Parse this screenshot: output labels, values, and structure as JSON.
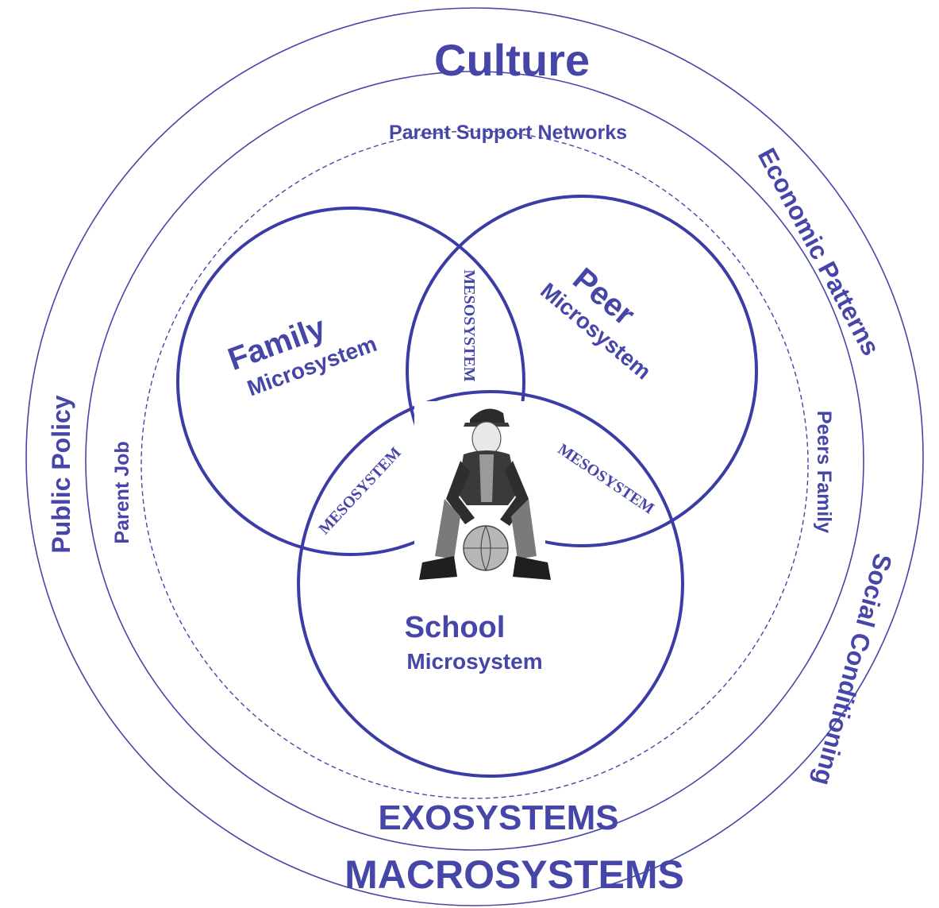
{
  "outer": {
    "title": "Culture",
    "left": "Public Policy",
    "upper_right": "Economic Patterns",
    "lower_right": "Social Conditioning",
    "bottom": "MACROSYSTEMS"
  },
  "exo": {
    "top": "Parent Support Networks",
    "left": "Parent Job",
    "right": "Peers Family",
    "bottom": "EXOSYSTEMS"
  },
  "micro": {
    "family": {
      "name": "Family",
      "sub": "Microsystem"
    },
    "peer": {
      "name": "Peer",
      "sub": "Microsystem"
    },
    "school": {
      "name": "School",
      "sub": "Microsystem"
    }
  },
  "meso": {
    "top": "MESOSYSTEM",
    "left": "MESOSYSTEM",
    "right": "MESOSYSTEM"
  },
  "center": {
    "figure": "child-figure"
  },
  "colors": {
    "primary": "#4646a8",
    "stroke": "#3c3ca6"
  }
}
